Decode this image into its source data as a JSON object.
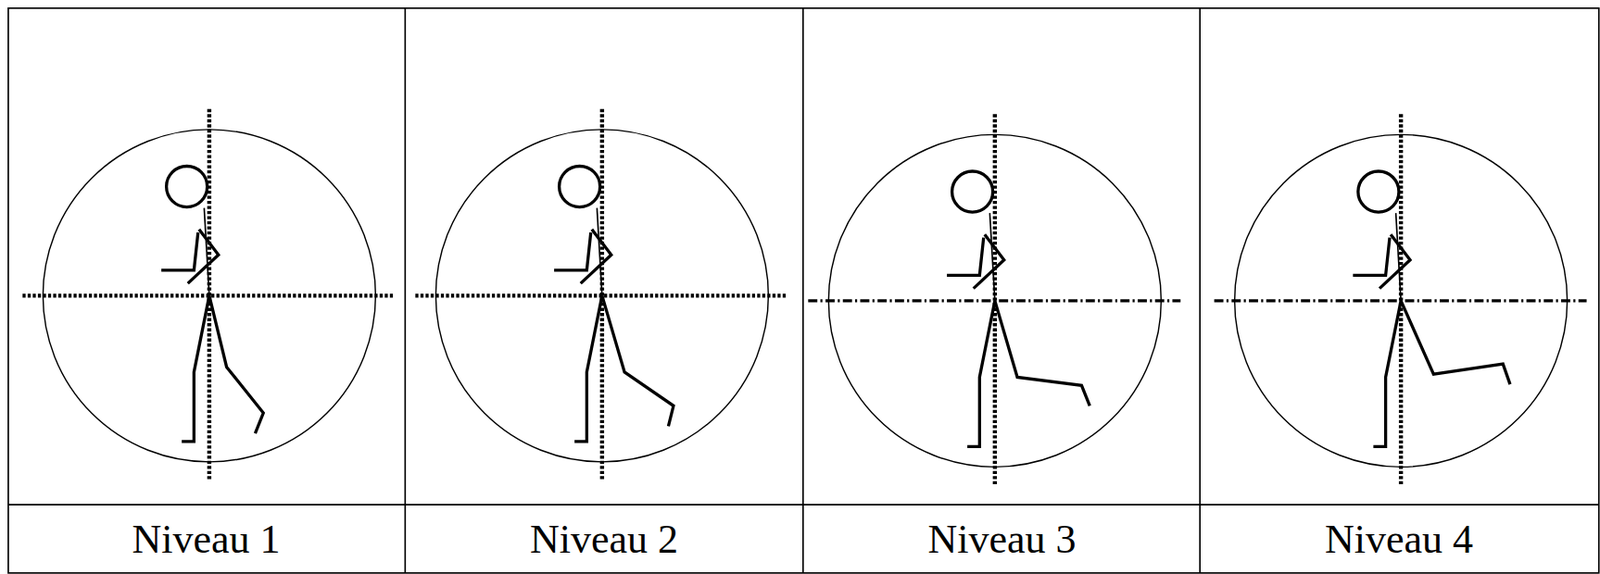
{
  "diagram": {
    "labels": [
      "Niveau 1",
      "Niveau 2",
      "Niveau 3",
      "Niveau 4"
    ]
  }
}
